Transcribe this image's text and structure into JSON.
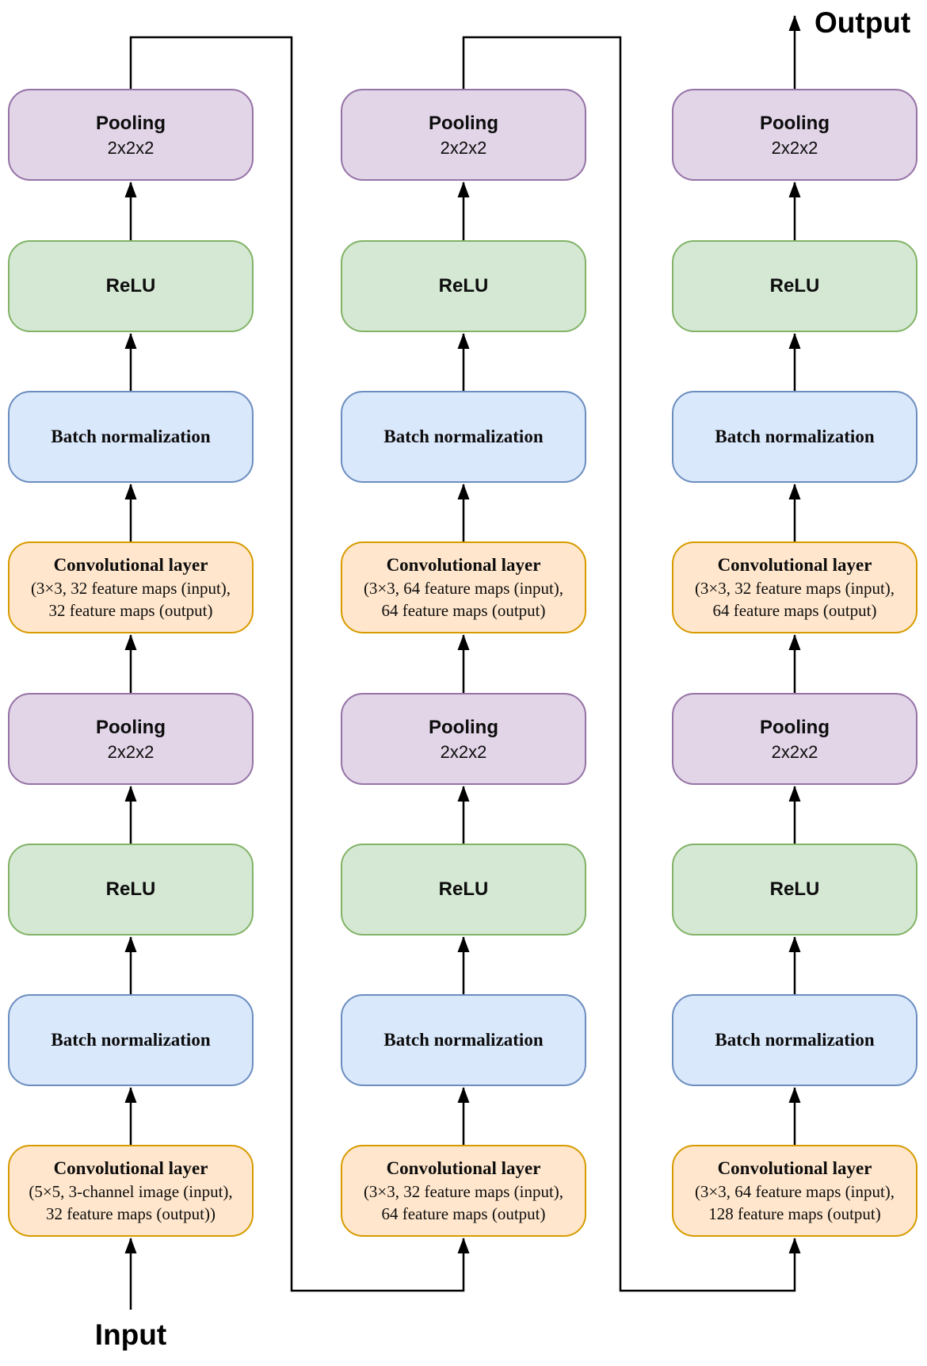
{
  "diagram": {
    "input_label": "Input",
    "output_label": "Output",
    "palette": {
      "conv": {
        "fill": "#ffe6cc",
        "stroke": "#d79b00"
      },
      "batchnorm": {
        "fill": "#dae8fc",
        "stroke": "#6c8ebf"
      },
      "relu": {
        "fill": "#d5e8d4",
        "stroke": "#82b366"
      },
      "pooling": {
        "fill": "#e1d5e7",
        "stroke": "#9673a6"
      }
    },
    "line_color": "#000000",
    "columns": [
      {
        "name": "stage-1",
        "blocks": [
          {
            "type": "pooling",
            "title": "Pooling",
            "lines": [
              "2x2x2"
            ]
          },
          {
            "type": "relu",
            "title": "ReLU",
            "lines": []
          },
          {
            "type": "batchnorm",
            "title": "Batch normalization",
            "lines": []
          },
          {
            "type": "conv",
            "title": "Convolutional layer",
            "lines": [
              "(3×3, 32 feature maps (input),",
              "32 feature maps (output)"
            ]
          },
          {
            "type": "pooling",
            "title": "Pooling",
            "lines": [
              "2x2x2"
            ]
          },
          {
            "type": "relu",
            "title": "ReLU",
            "lines": []
          },
          {
            "type": "batchnorm",
            "title": "Batch normalization",
            "lines": []
          },
          {
            "type": "conv",
            "title": "Convolutional layer",
            "lines": [
              "(5×5, 3-channel image (input),",
              "32 feature maps (output))"
            ]
          }
        ]
      },
      {
        "name": "stage-2",
        "blocks": [
          {
            "type": "pooling",
            "title": "Pooling",
            "lines": [
              "2x2x2"
            ]
          },
          {
            "type": "relu",
            "title": "ReLU",
            "lines": []
          },
          {
            "type": "batchnorm",
            "title": "Batch normalization",
            "lines": []
          },
          {
            "type": "conv",
            "title": "Convolutional layer",
            "lines": [
              "(3×3, 64 feature maps (input),",
              "64 feature maps (output)"
            ]
          },
          {
            "type": "pooling",
            "title": "Pooling",
            "lines": [
              "2x2x2"
            ]
          },
          {
            "type": "relu",
            "title": "ReLU",
            "lines": []
          },
          {
            "type": "batchnorm",
            "title": "Batch normalization",
            "lines": []
          },
          {
            "type": "conv",
            "title": "Convolutional layer",
            "lines": [
              "(3×3, 32 feature maps (input),",
              "64 feature maps (output)"
            ]
          }
        ]
      },
      {
        "name": "stage-3",
        "blocks": [
          {
            "type": "pooling",
            "title": "Pooling",
            "lines": [
              "2x2x2"
            ]
          },
          {
            "type": "relu",
            "title": "ReLU",
            "lines": []
          },
          {
            "type": "batchnorm",
            "title": "Batch normalization",
            "lines": []
          },
          {
            "type": "conv",
            "title": "Convolutional layer",
            "lines": [
              "(3×3, 32 feature maps (input),",
              "64 feature maps (output)"
            ]
          },
          {
            "type": "pooling",
            "title": "Pooling",
            "lines": [
              "2x2x2"
            ]
          },
          {
            "type": "relu",
            "title": "ReLU",
            "lines": []
          },
          {
            "type": "batchnorm",
            "title": "Batch normalization",
            "lines": []
          },
          {
            "type": "conv",
            "title": "Convolutional layer",
            "lines": [
              "(3×3, 64 feature maps (input),",
              "128 feature maps (output)"
            ]
          }
        ]
      }
    ]
  }
}
